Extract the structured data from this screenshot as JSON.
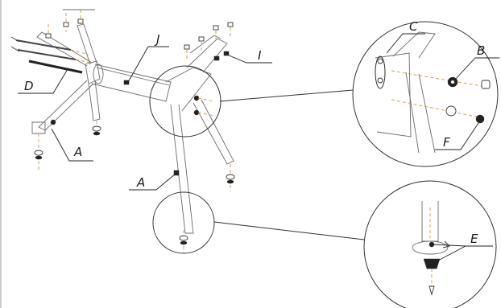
{
  "labels": {
    "a1": "A",
    "a2": "A",
    "b": "B",
    "c": "C",
    "d": "D",
    "e": "E",
    "f": "F",
    "i": "I",
    "j": "J"
  }
}
